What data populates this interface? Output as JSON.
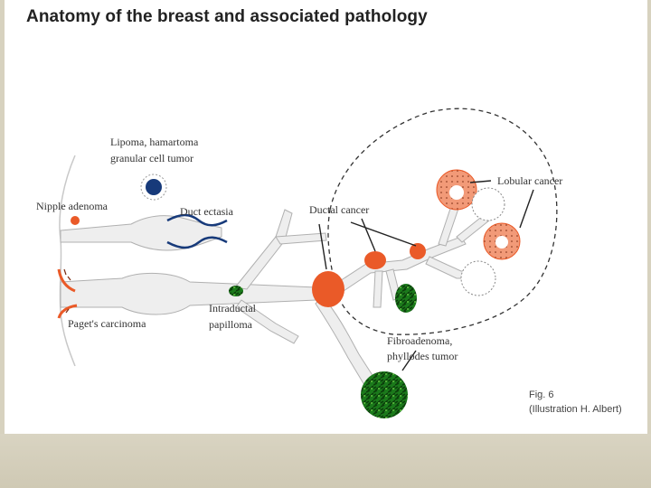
{
  "title": "Anatomy of the breast and associated pathology",
  "labels": {
    "lipoma_line1": "Lipoma, hamartoma",
    "lipoma_line2": "granular cell tumor",
    "nipple_adenoma": "Nipple adenoma",
    "duct_ectasia": "Duct ectasia",
    "ductal_cancer": "Ductal cancer",
    "lobular_cancer": "Lobular cancer",
    "pagets_carcinoma": "Paget's carcinoma",
    "intraductal_line1": "Intraductal",
    "intraductal_line2": "papilloma",
    "fibroadenoma_line1": "Fibroadenoma,",
    "fibroadenoma_line2": "phyllodes tumor"
  },
  "caption": {
    "fig": "Fig.  6",
    "credit": "(Illustration  H. Albert)"
  },
  "colors": {
    "duct_fill": "#eeeeee",
    "duct_outline": "#b0b0b0",
    "lesion_orange": "#ea5a28",
    "lobular_fill": "#f29a78",
    "green_tumor": "#1f8a1f",
    "navy": "#173a7a",
    "slide_background": "#d7d2bf"
  }
}
